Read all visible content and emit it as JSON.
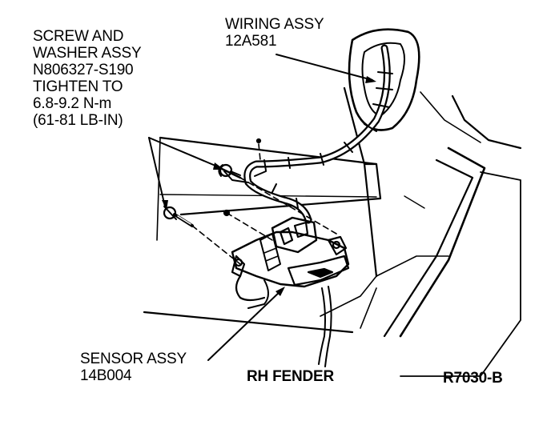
{
  "callouts": {
    "screw": {
      "lines": [
        "SCREW AND",
        "WASHER ASSY",
        "N806327-S190",
        "TIGHTEN TO",
        "6.8-9.2 N-m",
        "(61-81 LB-IN)"
      ]
    },
    "wiring": {
      "lines": [
        "WIRING ASSY",
        "12A581"
      ]
    },
    "sensor": {
      "lines": [
        "SENSOR ASSY",
        "14B004"
      ]
    }
  },
  "location_label": "RH FENDER",
  "figure_code": "R7030-B",
  "colors": {
    "ink": "#000000",
    "paper": "#ffffff"
  }
}
